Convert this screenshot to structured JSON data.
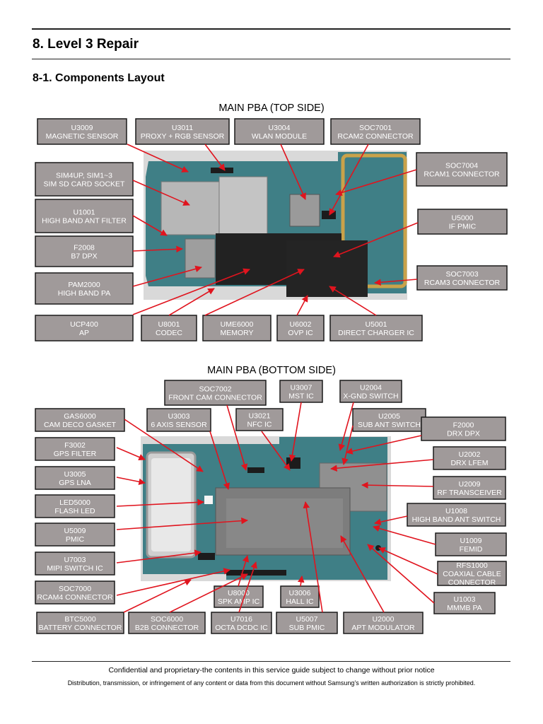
{
  "header": {
    "section_title": "8. Level 3 Repair",
    "subsection_title": "8-1. Components Layout"
  },
  "top_side": {
    "title": "MAIN PBA (TOP SIDE)",
    "labels": [
      {
        "id": "U3009",
        "lines": [
          "U3009",
          "MAGNETIC SENSOR"
        ]
      },
      {
        "id": "U3011",
        "lines": [
          "U3011",
          "PROXY + RGB SENSOR"
        ]
      },
      {
        "id": "U3004",
        "lines": [
          "U3004",
          "WLAN MODULE"
        ]
      },
      {
        "id": "SOC7001",
        "lines": [
          "SOC7001",
          "RCAM2 CONNECTOR"
        ]
      },
      {
        "id": "SOC7004",
        "lines": [
          "SOC7004",
          "RCAM1 CONNECTOR"
        ]
      },
      {
        "id": "SIM",
        "lines": [
          "SIM4UP, SIM1~3",
          "SIM SD CARD SOCKET"
        ]
      },
      {
        "id": "U1001",
        "lines": [
          "U1001",
          "HIGH BAND ANT FILTER"
        ]
      },
      {
        "id": "U5000",
        "lines": [
          "U5000",
          "IF PMIC"
        ]
      },
      {
        "id": "F2008",
        "lines": [
          "F2008",
          "B7 DPX"
        ]
      },
      {
        "id": "SOC7003",
        "lines": [
          "SOC7003",
          "RCAM3 CONNECTOR"
        ]
      },
      {
        "id": "PAM2000",
        "lines": [
          "PAM2000",
          "HIGH BAND PA"
        ]
      },
      {
        "id": "UCP400",
        "lines": [
          "UCP400",
          "AP"
        ]
      },
      {
        "id": "U8001",
        "lines": [
          "U8001",
          "CODEC"
        ]
      },
      {
        "id": "UME6000",
        "lines": [
          "UME6000",
          "MEMORY"
        ]
      },
      {
        "id": "U6002",
        "lines": [
          "U6002",
          "OVP IC"
        ]
      },
      {
        "id": "U5001",
        "lines": [
          "U5001",
          "DIRECT CHARGER IC"
        ]
      }
    ]
  },
  "bottom_side": {
    "title": "MAIN PBA (BOTTOM SIDE)",
    "labels": [
      {
        "id": "SOC7002",
        "lines": [
          "SOC7002",
          "FRONT CAM CONNECTOR"
        ]
      },
      {
        "id": "U3007",
        "lines": [
          "U3007",
          "MST IC"
        ]
      },
      {
        "id": "U2004",
        "lines": [
          "U2004",
          "X-GND SWITCH"
        ]
      },
      {
        "id": "GAS6000",
        "lines": [
          "GAS6000",
          "CAM DECO GASKET"
        ]
      },
      {
        "id": "U3003",
        "lines": [
          "U3003",
          "6 AXIS SENSOR"
        ]
      },
      {
        "id": "U3021",
        "lines": [
          "U3021",
          "NFC IC"
        ]
      },
      {
        "id": "U2005",
        "lines": [
          "U2005",
          "SUB ANT SWITCH"
        ]
      },
      {
        "id": "F2000",
        "lines": [
          "F2000",
          "DRX DPX"
        ]
      },
      {
        "id": "F3002",
        "lines": [
          "F3002",
          "GPS FILTER"
        ]
      },
      {
        "id": "U2002",
        "lines": [
          "U2002",
          "DRX LFEM"
        ]
      },
      {
        "id": "U3005",
        "lines": [
          "U3005",
          "GPS LNA"
        ]
      },
      {
        "id": "U2009",
        "lines": [
          "U2009",
          "RF TRANSCEIVER"
        ]
      },
      {
        "id": "LED5000",
        "lines": [
          "LED5000",
          "FLASH LED"
        ]
      },
      {
        "id": "U1008",
        "lines": [
          "U1008",
          "HIGH BAND ANT SWITCH"
        ]
      },
      {
        "id": "U5009",
        "lines": [
          "U5009",
          "PMIC"
        ]
      },
      {
        "id": "U1009",
        "lines": [
          "U1009",
          "FEMID"
        ]
      },
      {
        "id": "U7003",
        "lines": [
          "U7003",
          "MIPI SWITCH IC"
        ]
      },
      {
        "id": "RFS1000",
        "lines": [
          "RFS1000",
          "COAXIAL CABLE",
          "CONNECTOR"
        ]
      },
      {
        "id": "SOC7000",
        "lines": [
          "SOC7000",
          "RCAM4 CONNECTOR"
        ]
      },
      {
        "id": "U8000",
        "lines": [
          "U8000",
          "SPK AMP IC"
        ]
      },
      {
        "id": "U3006",
        "lines": [
          "U3006",
          "HALL IC"
        ]
      },
      {
        "id": "U1003",
        "lines": [
          "U1003",
          "MMMB PA"
        ]
      },
      {
        "id": "BTC5000",
        "lines": [
          "BTC5000",
          "BATTERY CONNECTOR"
        ]
      },
      {
        "id": "SOC6000",
        "lines": [
          "SOC6000",
          "B2B CONNECTOR"
        ]
      },
      {
        "id": "U7016",
        "lines": [
          "U7016",
          "OCTA DCDC IC"
        ]
      },
      {
        "id": "U5007",
        "lines": [
          "U5007",
          "SUB PMIC"
        ]
      },
      {
        "id": "U2000",
        "lines": [
          "U2000",
          "APT MODULATOR"
        ]
      }
    ]
  },
  "footer": {
    "line1": "Confidential and proprietary-the contents in this service guide subject to change without prior notice",
    "line2": "Distribution, transmission, or infringement of any content or data from this document without Samsung’s written authorization is strictly prohibited."
  },
  "colors": {
    "label_fill": "#a09a9a",
    "label_border": "#1a1a1a",
    "label_text": "#ffffff",
    "arrow": "#e0141e",
    "pcb_green": "#3f7f86",
    "shield_gray": "#8d8d8d",
    "chip_black": "#222222"
  }
}
